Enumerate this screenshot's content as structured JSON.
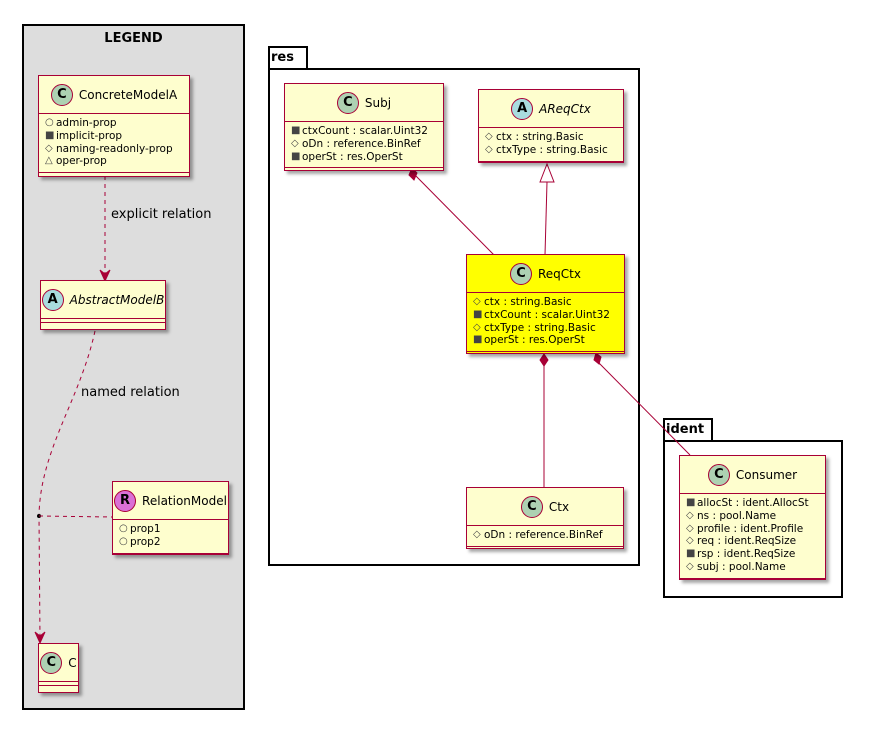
{
  "legend": {
    "title": "LEGEND",
    "concrete_model": {
      "stereo": "C",
      "name": "ConcreteModelA",
      "attrs": [
        {
          "vis": "○",
          "text": "admin-prop"
        },
        {
          "vis": "■",
          "text": "implicit-prop"
        },
        {
          "vis": "◇",
          "text": "naming-readonly-prop"
        },
        {
          "vis": "△",
          "text": "oper-prop"
        }
      ]
    },
    "abstract_model": {
      "stereo": "A",
      "name": "AbstractModelB"
    },
    "relation_model": {
      "stereo": "R",
      "name": "RelationModel",
      "attrs": [
        {
          "vis": "○",
          "text": "prop1"
        },
        {
          "vis": "○",
          "text": "prop2"
        }
      ]
    },
    "c_model": {
      "stereo": "C",
      "name": "C"
    },
    "explicit_relation_label": "explicit relation",
    "named_relation_label": "named relation"
  },
  "res": {
    "title": "res",
    "subj": {
      "stereo": "C",
      "name": "Subj",
      "attrs": [
        {
          "vis": "■",
          "text": "ctxCount : scalar.Uint32"
        },
        {
          "vis": "◇",
          "text": "oDn : reference.BinRef"
        },
        {
          "vis": "■",
          "text": "operSt : res.OperSt"
        }
      ]
    },
    "areqctx": {
      "stereo": "A",
      "name": "AReqCtx",
      "attrs": [
        {
          "vis": "◇",
          "text": "ctx : string.Basic"
        },
        {
          "vis": "◇",
          "text": "ctxType : string.Basic"
        }
      ]
    },
    "reqctx": {
      "stereo": "C",
      "name": "ReqCtx",
      "attrs": [
        {
          "vis": "◇",
          "text": "ctx : string.Basic"
        },
        {
          "vis": "■",
          "text": "ctxCount : scalar.Uint32"
        },
        {
          "vis": "◇",
          "text": "ctxType : string.Basic"
        },
        {
          "vis": "■",
          "text": "operSt : res.OperSt"
        }
      ]
    },
    "ctx": {
      "stereo": "C",
      "name": "Ctx",
      "attrs": [
        {
          "vis": "◇",
          "text": "oDn : reference.BinRef"
        }
      ]
    }
  },
  "ident": {
    "title": "ident",
    "consumer": {
      "stereo": "C",
      "name": "Consumer",
      "attrs": [
        {
          "vis": "■",
          "text": "allocSt : ident.AllocSt"
        },
        {
          "vis": "◇",
          "text": "ns : pool.Name"
        },
        {
          "vis": "◇",
          "text": "profile : ident.Profile"
        },
        {
          "vis": "◇",
          "text": "req : ident.ReqSize"
        },
        {
          "vis": "■",
          "text": "rsp : ident.ReqSize"
        },
        {
          "vis": "◇",
          "text": "subj : pool.Name"
        }
      ]
    }
  },
  "colors": {
    "class_fill": "#FEFECE",
    "highlight_fill": "#FFFF00",
    "border": "#A80036",
    "legend_bg": "#DDDDDD",
    "stereo_c": "#ADD1B2",
    "stereo_a": "#A9DCDF",
    "stereo_r": "#DA70D6"
  }
}
